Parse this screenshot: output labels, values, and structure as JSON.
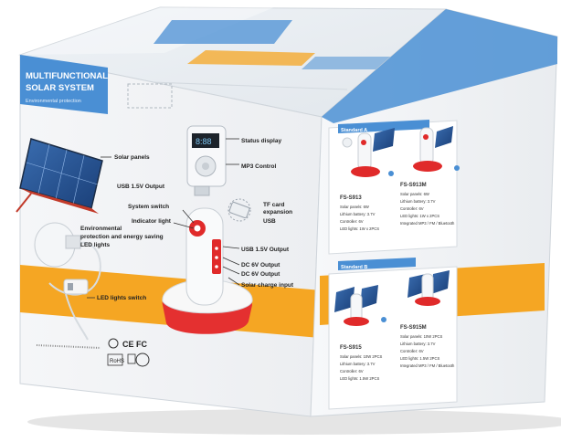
{
  "front": {
    "title_lines": [
      "MULTIFUNCTIONAL",
      "SOLAR SYSTEM"
    ],
    "subtitle": "Environmental protection",
    "callouts": {
      "solar_panels": "Solar panels",
      "status_display": "Status display",
      "mp3_control": "MP3 Control",
      "usb_out_top": "USB 1.5V Output",
      "system_switch": "System switch",
      "indicator_light": "Indicator light",
      "tf_card_line1": "TF card",
      "tf_card_line2": "expansion",
      "usb": "USB",
      "env_line1": "Environmental",
      "env_line2": "protection and energy saving",
      "env_line3": "LED lights",
      "usb_out_side": "USB 1.5V Output",
      "dc6v_1": "DC 6V Output",
      "dc6v_2": "DC 6V Output",
      "solar_input": "Solar charge input",
      "led_switch": "LED lights switch"
    }
  },
  "side": {
    "standard_a": {
      "label": "Standard A",
      "models": [
        {
          "code": "FS-S913",
          "specs": [
            "Solar panels: 6W",
            "Lithium battery: 3.7V",
            "Controller: 6V",
            "LED lights: 1W x 2PCS"
          ]
        },
        {
          "code": "FS-S913M",
          "specs": [
            "Solar panels: 6W",
            "Lithium battery: 3.7V",
            "Controller: 6V",
            "LED lights: 1W x 2PCS",
            "Integrated MP3 / FM / Bluetooth"
          ]
        }
      ]
    },
    "standard_b": {
      "label": "Standard B",
      "models": [
        {
          "code": "FS-S915",
          "specs": [
            "Solar panels: 10W 2PCS",
            "Lithium battery: 3.7V",
            "Controller: 6V",
            "LED lights: 1.5W 2PCS"
          ]
        },
        {
          "code": "FS-S915M",
          "specs": [
            "Solar panels: 10W 2PCS",
            "Lithium battery: 3.7V",
            "Controller: 6V",
            "LED lights: 1.5W 2PCS",
            "Integrated MP3 / FM / Bluetooth"
          ]
        }
      ]
    }
  },
  "colors": {
    "orange": "#f5a623",
    "blue": "#4a8fd4",
    "red": "#e02a2a",
    "box_white": "#f2f4f6"
  }
}
